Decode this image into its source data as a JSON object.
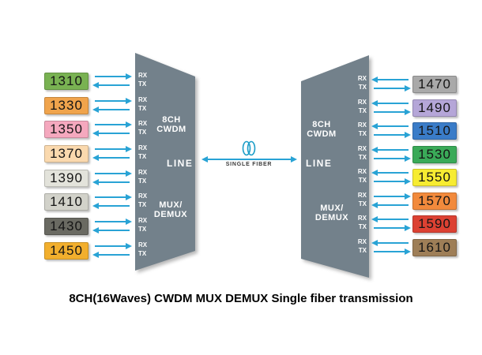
{
  "title": "8CH(16Waves) CWDM MUX DEMUX Single fiber transmission",
  "colors": {
    "device": "#73818B",
    "arrow": "#29A3D5",
    "box_text": "#151515"
  },
  "port_labels": {
    "rx": "RX",
    "tx": "TX"
  },
  "devices": {
    "left": {
      "type_l1": "8CH",
      "type_l2": "CWDM",
      "line_port": "LINE",
      "mux_l1": "MUX/",
      "mux_l2": "DEMUX"
    },
    "right": {
      "type_l1": "8CH",
      "type_l2": "CWDM",
      "line_port": "LINE",
      "mux_l1": "MUX/",
      "mux_l2": "DEMUX"
    }
  },
  "center": {
    "fiber_label": "SINGLE FIBER",
    "icon": "fiber-coil-icon"
  },
  "left_channels": [
    {
      "wavelength": "1310",
      "color": "#79B252",
      "rx_dir": "right",
      "tx_dir": "left"
    },
    {
      "wavelength": "1330",
      "color": "#F0A44C",
      "rx_dir": "right",
      "tx_dir": "left"
    },
    {
      "wavelength": "1350",
      "color": "#F5A8BE",
      "rx_dir": "right",
      "tx_dir": "left"
    },
    {
      "wavelength": "1370",
      "color": "#FAD9AE",
      "rx_dir": "right",
      "tx_dir": "left"
    },
    {
      "wavelength": "1390",
      "color": "#E3E3DB",
      "rx_dir": "right",
      "tx_dir": "left"
    },
    {
      "wavelength": "1410",
      "color": "#D2D2CA",
      "rx_dir": "right",
      "tx_dir": "left"
    },
    {
      "wavelength": "1430",
      "color": "#6A6A62",
      "rx_dir": "right",
      "tx_dir": "left"
    },
    {
      "wavelength": "1450",
      "color": "#F2AF2D",
      "rx_dir": "right",
      "tx_dir": "left"
    }
  ],
  "right_channels": [
    {
      "wavelength": "1470",
      "color": "#A9A9A9",
      "rx_dir": "left",
      "tx_dir": "right"
    },
    {
      "wavelength": "1490",
      "color": "#B5A6D8",
      "rx_dir": "left",
      "tx_dir": "right"
    },
    {
      "wavelength": "1510",
      "color": "#3A7CC8",
      "rx_dir": "left",
      "tx_dir": "right"
    },
    {
      "wavelength": "1530",
      "color": "#3AAA58",
      "rx_dir": "left",
      "tx_dir": "right"
    },
    {
      "wavelength": "1550",
      "color": "#F7EC31",
      "rx_dir": "left",
      "tx_dir": "right"
    },
    {
      "wavelength": "1570",
      "color": "#F28A3C",
      "rx_dir": "right",
      "tx_dir": "left"
    },
    {
      "wavelength": "1590",
      "color": "#DC4132",
      "rx_dir": "left",
      "tx_dir": "right"
    },
    {
      "wavelength": "1610",
      "color": "#9E7E57",
      "rx_dir": "left",
      "tx_dir": "right"
    }
  ]
}
